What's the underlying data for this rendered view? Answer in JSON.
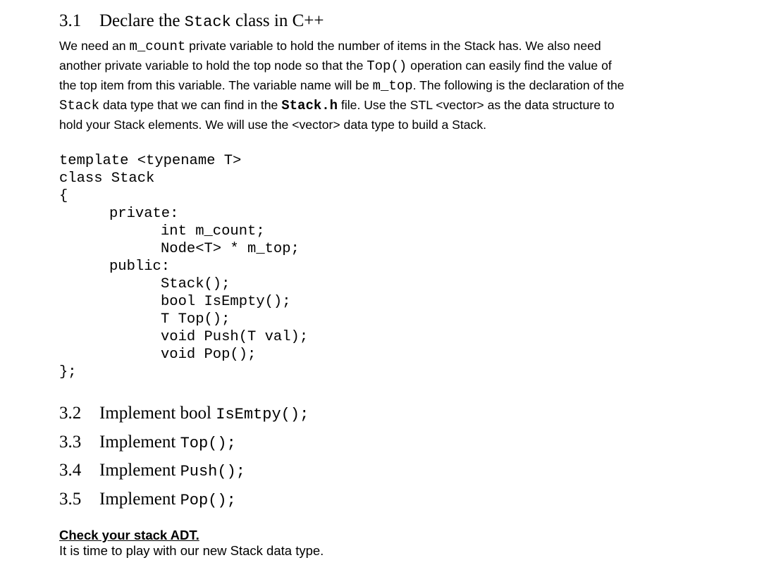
{
  "heading": {
    "number": "3.1",
    "pre": "Declare the ",
    "code": "Stack",
    "post": " class in C++"
  },
  "paragraph": [
    [
      {
        "t": "We need an "
      },
      {
        "t": "m_count",
        "m": 1
      },
      {
        "t": " private variable to hold the number of items in the Stack has. We also need"
      }
    ],
    [
      {
        "t": "another private variable to hold the top node so that the "
      },
      {
        "t": "Top()",
        "m": 1
      },
      {
        "t": " operation can easily find the value of"
      }
    ],
    [
      {
        "t": "the top item from this variable. The variable name will be "
      },
      {
        "t": "m_top",
        "m": 1
      },
      {
        "t": ". The following is the declaration of the"
      }
    ],
    [
      {
        "t": "Stack",
        "m": 1
      },
      {
        "t": " data type that we can find in the "
      },
      {
        "t": "Stack.h",
        "m": 1,
        "b": 1
      },
      {
        "t": " file.  Use the STL <vector> as the data structure to"
      }
    ],
    [
      {
        "t": "hold your Stack elements.    We will use the <vector> data type to build a Stack."
      }
    ]
  ],
  "code": [
    {
      "indent": 0,
      "text": "template <typename T>"
    },
    {
      "indent": 0,
      "text": "class Stack"
    },
    {
      "indent": 0,
      "text": "{"
    },
    {
      "indent": 1,
      "text": "private:"
    },
    {
      "indent": 2,
      "text": "int m_count;"
    },
    {
      "indent": 2,
      "text": "Node<T> * m_top;"
    },
    {
      "indent": 1,
      "text": "public:"
    },
    {
      "indent": 2,
      "text": "Stack();"
    },
    {
      "indent": 2,
      "text": "bool IsEmpty();"
    },
    {
      "indent": 2,
      "text": "T Top();"
    },
    {
      "indent": 2,
      "text": "void Push(T val);"
    },
    {
      "indent": 2,
      "text": "void Pop();"
    },
    {
      "indent": 0,
      "text": "};"
    }
  ],
  "tasks": [
    {
      "number": "3.2",
      "pre": "Implement bool ",
      "code": "IsEmtpy();"
    },
    {
      "number": "3.3",
      "pre": "Implement ",
      "code": "Top();"
    },
    {
      "number": "3.4",
      "pre": "Implement ",
      "code": "Push();"
    },
    {
      "number": "3.5",
      "pre": "Implement ",
      "code": "Pop();"
    }
  ],
  "footer": {
    "title": "Check your stack ADT.",
    "text": "It is time to play with our new Stack data type."
  }
}
